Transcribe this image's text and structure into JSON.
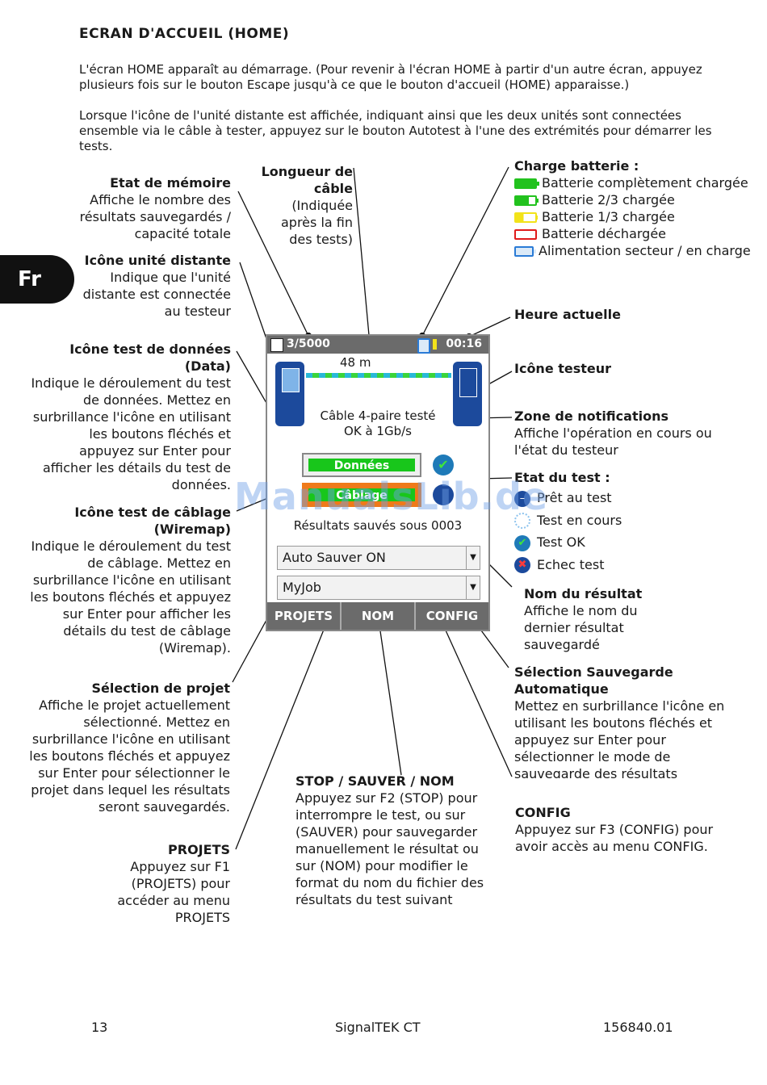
{
  "page": {
    "title": "ECRAN D'ACCUEIL (HOME)",
    "intro1": "L'écran HOME apparaît au démarrage. (Pour revenir à l'écran HOME à partir d'un autre écran, appuyez plusieurs fois sur le bouton Escape jusqu'à ce que le bouton d'accueil (HOME) apparaisse.)",
    "intro2": "Lorsque l'icône de l'unité distante est affichée, indiquant ainsi que les deux unités sont connectées ensemble via le câble à tester, appuyez sur le bouton Autotest à l'une des extrémités pour démarrer les tests.",
    "lang_tab": "Fr",
    "watermark": "ManualsLib.de"
  },
  "left_labels": {
    "memoire": {
      "title": "Etat de mémoire",
      "body": "Affiche le nombre des résultats sauvegardés / capacité totale"
    },
    "distante": {
      "title": "Icône unité distante",
      "body": "Indique que l'unité distante est connectée au testeur"
    },
    "donnees": {
      "title": "Icône test de données (Data)",
      "body": "Indique le déroulement du test de données. Mettez en surbrillance l'icône en utilisant les boutons fléchés et appuyez sur Enter pour afficher les détails du test de données."
    },
    "cablage": {
      "title": "Icône test de câblage (Wiremap)",
      "body": "Indique le déroulement du test de câblage. Mettez en surbrillance l'icône en utilisant les boutons fléchés et appuyez sur Enter pour afficher les détails du test de câblage (Wiremap)."
    },
    "projet": {
      "title": "Sélection de projet",
      "body": "Affiche le projet actuellement sélectionné. Mettez en surbrillance l'icône en utilisant les boutons fléchés et appuyez sur Enter pour sélectionner le projet dans lequel les résultats seront sauvegardés."
    },
    "projets": {
      "title": "PROJETS",
      "body": "Appuyez sur F1 (PROJETS) pour accéder au menu PROJETS"
    }
  },
  "center_labels": {
    "longueur": {
      "title": "Longueur de câble",
      "body": "(Indiquée après la fin des tests)"
    },
    "stop": {
      "title": "STOP / SAUVER / NOM",
      "body": "Appuyez sur F2 (STOP) pour interrompre le test, ou sur (SAUVER) pour sauvegarder manuellement le résultat ou sur (NOM) pour modifier le format du nom du fichier des résultats du test suivant"
    }
  },
  "right_labels": {
    "batterie": {
      "title": "Charge batterie :",
      "items": [
        {
          "text": "Batterie complètement chargée",
          "color": "#22c21e"
        },
        {
          "text": "Batterie 2/3 chargée",
          "color": "#22c21e"
        },
        {
          "text": "Batterie 1/3 chargée",
          "color": "#f2e31a"
        },
        {
          "text": "Batterie déchargée",
          "color": "#e01b1b"
        },
        {
          "text": "Alimentation secteur / en charge",
          "color": "#2a7bd6"
        }
      ]
    },
    "heure": {
      "title": "Heure actuelle"
    },
    "testeur": {
      "title": "Icône testeur"
    },
    "notif": {
      "title": "Zone de notifications",
      "body": "Affiche l'opération en cours ou l'état du testeur"
    },
    "etat": {
      "title": "Etat du test :",
      "items": [
        {
          "text": "Prêt au test",
          "color": "#1c4a9c"
        },
        {
          "text": "Test en cours",
          "color": "#8fc4ee"
        },
        {
          "text": "Test OK",
          "color": "#1e7ab8"
        },
        {
          "text": "Echec test",
          "color": "#1c4a9c"
        }
      ]
    },
    "nom": {
      "title": "Nom du résultat",
      "body": "Affiche le nom du dernier résultat sauvegardé"
    },
    "auto": {
      "title": "Sélection Sauvegarde Automatique",
      "body": "Mettez en surbrillance l'icône en utilisant les boutons fléchés et appuyez sur Enter pour sélectionner le mode de sauvegarde des résultats"
    },
    "config": {
      "title": "CONFIG",
      "body": "Appuyez sur F3 (CONFIG) pour avoir accès au menu CONFIG."
    }
  },
  "device": {
    "memory": "3/5000",
    "time": "00:16",
    "length": "48 m",
    "notification_line1": "Câble 4-paire testé",
    "notification_line2": "OK à 1Gb/s",
    "btn_data": "Données",
    "btn_wiremap": "Câblage",
    "saved_under": "Résultats sauvés sous 0003",
    "autosave": "Auto Sauver ON",
    "project": "MyJob",
    "f1": "PROJETS",
    "f2": "NOM",
    "f3": "CONFIG"
  },
  "footer": {
    "page": "13",
    "product": "SignalTEK CT",
    "code": "156840.01"
  }
}
